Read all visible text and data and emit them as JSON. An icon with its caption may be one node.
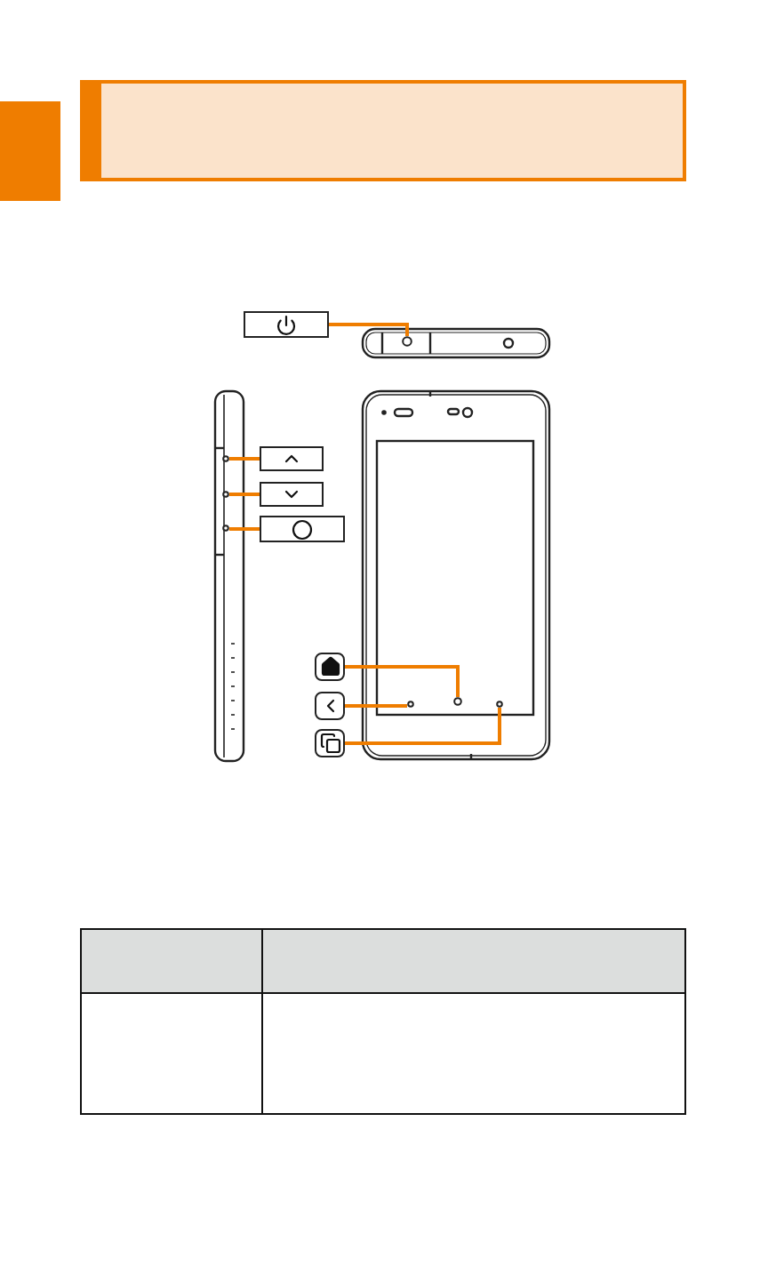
{
  "diagram": {
    "nodes": [
      {
        "text": [],
        "shape": "band"
      },
      {
        "text": [],
        "shape": "box"
      },
      {
        "text": [],
        "shape": "circle"
      },
      {
        "text": [],
        "shape": "box"
      },
      {
        "text": [],
        "shape": "box"
      },
      {
        "text": [],
        "shape": "box"
      },
      {
        "text": [],
        "shape": "circle"
      },
      {
        "text": [],
        "shape": "circle"
      },
      {
        "text": [],
        "shape": "circle"
      },
      {
        "text": [],
        "shape": "box"
      },
      {
        "text": [],
        "shape": "box"
      },
      {
        "text": [],
        "shape": "box"
      },
      {
        "text": [],
        "shape": "circle"
      },
      {
        "text": [],
        "shape": "circle"
      },
      {
        "text": [],
        "shape": "circle"
      }
    ],
    "edges": [
      {
        "from": 1,
        "to": 2,
        "arrow": "none"
      },
      {
        "from": 3,
        "to": 6,
        "arrow": "none"
      },
      {
        "from": 4,
        "to": 7,
        "arrow": "none"
      },
      {
        "from": 5,
        "to": 8,
        "arrow": "none"
      },
      {
        "from": 9,
        "to": 13,
        "arrow": "none"
      },
      {
        "from": 10,
        "to": 12,
        "arrow": "none"
      },
      {
        "from": 11,
        "to": 14,
        "arrow": "none"
      }
    ]
  }
}
